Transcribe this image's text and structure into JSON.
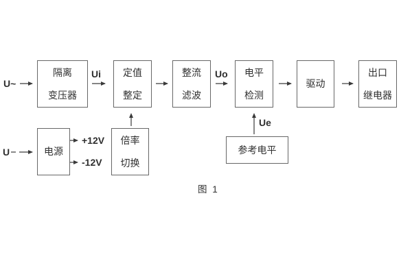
{
  "figure": {
    "caption": "图 1",
    "type": "block-diagram"
  },
  "blocks": {
    "isolation_transformer": {
      "line1": "隔离",
      "line2": "变压器"
    },
    "value_setting": {
      "line1": "定值",
      "line2": "整定"
    },
    "rectifier_filter": {
      "line1": "整流",
      "line2": "滤波"
    },
    "level_detection": {
      "line1": "电平",
      "line2": "检测"
    },
    "driver": {
      "line1": "驱动"
    },
    "output_relay": {
      "line1": "出口",
      "line2": "继电器"
    },
    "power_supply": {
      "line1": "电源"
    },
    "ratio_switch": {
      "line1": "倍率",
      "line2": "切换"
    },
    "reference_level": {
      "line1": "参考电平"
    }
  },
  "labels": {
    "input_ac": "U~",
    "input_dc": "U",
    "ui": "Ui",
    "uo": "Uo",
    "ue": "Ue",
    "plus12v": "+12V",
    "minus12v": "-12V"
  },
  "colors": {
    "line": "#3a3a3a",
    "border": "#666666",
    "text": "#2f2f2f",
    "background": "#ffffff"
  }
}
